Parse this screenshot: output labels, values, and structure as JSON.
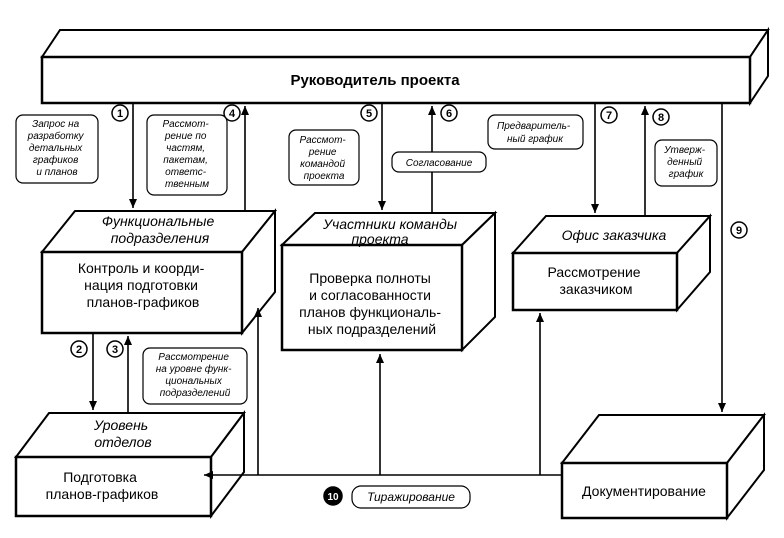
{
  "title": "Руководитель проекта",
  "units": {
    "functional": {
      "header": [
        "Функциональные",
        "подразделения"
      ],
      "body": [
        "Контроль и коорди-",
        "нация подготовки",
        "планов-графиков"
      ]
    },
    "team": {
      "header": [
        "Участники команды",
        "проекта"
      ],
      "body": [
        "Проверка полноты",
        "и согласованности",
        "планов функциональ-",
        "ных подразделений"
      ]
    },
    "customer": {
      "header": [
        "Офис заказчика"
      ],
      "body": [
        "Рассмотрение",
        "заказчиком"
      ]
    },
    "departments": {
      "header": [
        "Уровень",
        "отделов"
      ],
      "body": [
        "Подготовка",
        "планов-графиков"
      ]
    },
    "documentation": {
      "body": [
        "Документирование"
      ]
    }
  },
  "steps": {
    "s1": {
      "number": "1",
      "label": [
        "Запрос на",
        "разработку",
        "детальных",
        "графиков",
        "и планов"
      ]
    },
    "s2": {
      "number": "2"
    },
    "s3": {
      "number": "3",
      "label": [
        "Рассмотрение",
        "на уровне функ-",
        "циональных",
        "подразделений"
      ]
    },
    "s4": {
      "number": "4",
      "label": [
        "Рассмот-",
        "рение по",
        "частям,",
        "пакетам,",
        "ответс-",
        "твенным"
      ]
    },
    "s5": {
      "number": "5",
      "label": [
        "Рассмот-",
        "рение",
        "командой",
        "проекта"
      ]
    },
    "s6": {
      "number": "6",
      "label": [
        "Согласование"
      ]
    },
    "s7": {
      "number": "7",
      "label": [
        "Предваритель-",
        "ный график"
      ]
    },
    "s8": {
      "number": "8",
      "label": [
        "Утверж-",
        "денный",
        "график"
      ]
    },
    "s9": {
      "number": "9"
    },
    "s10": {
      "number": "10",
      "label": [
        "Тиражирование"
      ]
    }
  }
}
